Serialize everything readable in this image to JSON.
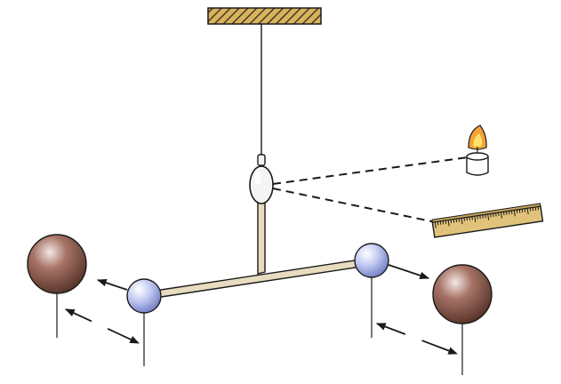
{
  "figure": {
    "subject": "cavendish-torsion-balance",
    "icons": {
      "ceiling": "hatched-ceiling-mount",
      "fiber": "torsion-fiber",
      "mirror": "mirror",
      "rod": "torsion-rod",
      "small_mass": "small-sphere-icon",
      "large_mass": "large-sphere-icon",
      "light_source": "candle-icon",
      "scale": "ruler-scale-icon",
      "force_arrow": "arrow-icon",
      "distance_arrow": "double-arrow-icon"
    },
    "colors": {
      "outline": "#1a1a1a",
      "ceiling_fill": "#d9b25a",
      "rod_fill": "#e8dcc0",
      "mirror_fill": "#f4f4f4",
      "small_sphere": "#aab4e6",
      "large_sphere": "#7a4a3e",
      "ruler_fill": "#e0c27a",
      "flame_outer": "#f2a33a",
      "flame_inner": "#ffe26a"
    }
  }
}
